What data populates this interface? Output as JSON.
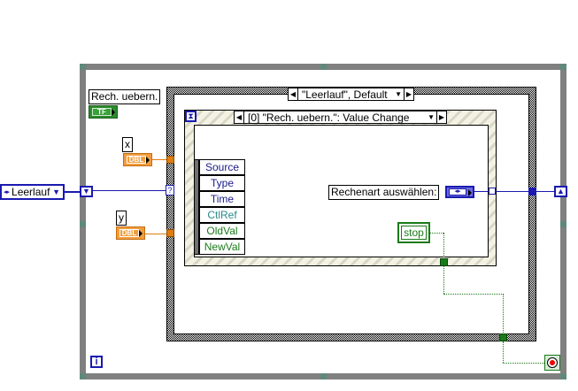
{
  "diagram": {
    "type": "LabVIEW block diagram",
    "while_loop": {
      "iteration_terminal_label": "i",
      "conditional_terminal": "stop-if-true"
    },
    "enum_constant": {
      "value": "Leerlauf"
    },
    "case_structure": {
      "selector_label": "\"Leerlauf\", Default",
      "selector_terminal": "?"
    },
    "event_structure": {
      "selector_label": "[0] \"Rech. uebern.\": Value Change",
      "event_data_node": [
        "Source",
        "Type",
        "Time",
        "CtlRef",
        "OldVal",
        "NewVal"
      ]
    },
    "controls": [
      {
        "label": "Rech. uebern.",
        "type": "TF"
      },
      {
        "label": "x",
        "type": "DBL"
      },
      {
        "label": "y",
        "type": "DBL"
      }
    ],
    "indicator": {
      "label": "Rechenart auswählen:",
      "type": "enum"
    },
    "stop_constant": "stop"
  },
  "colors": {
    "while_loop_frame": "#808080",
    "enum_wire": "#1a1ab0",
    "dbl_wire": "#e07d10",
    "bool_wire": "#1a7a1a",
    "stop_dot": "#ee0000"
  }
}
